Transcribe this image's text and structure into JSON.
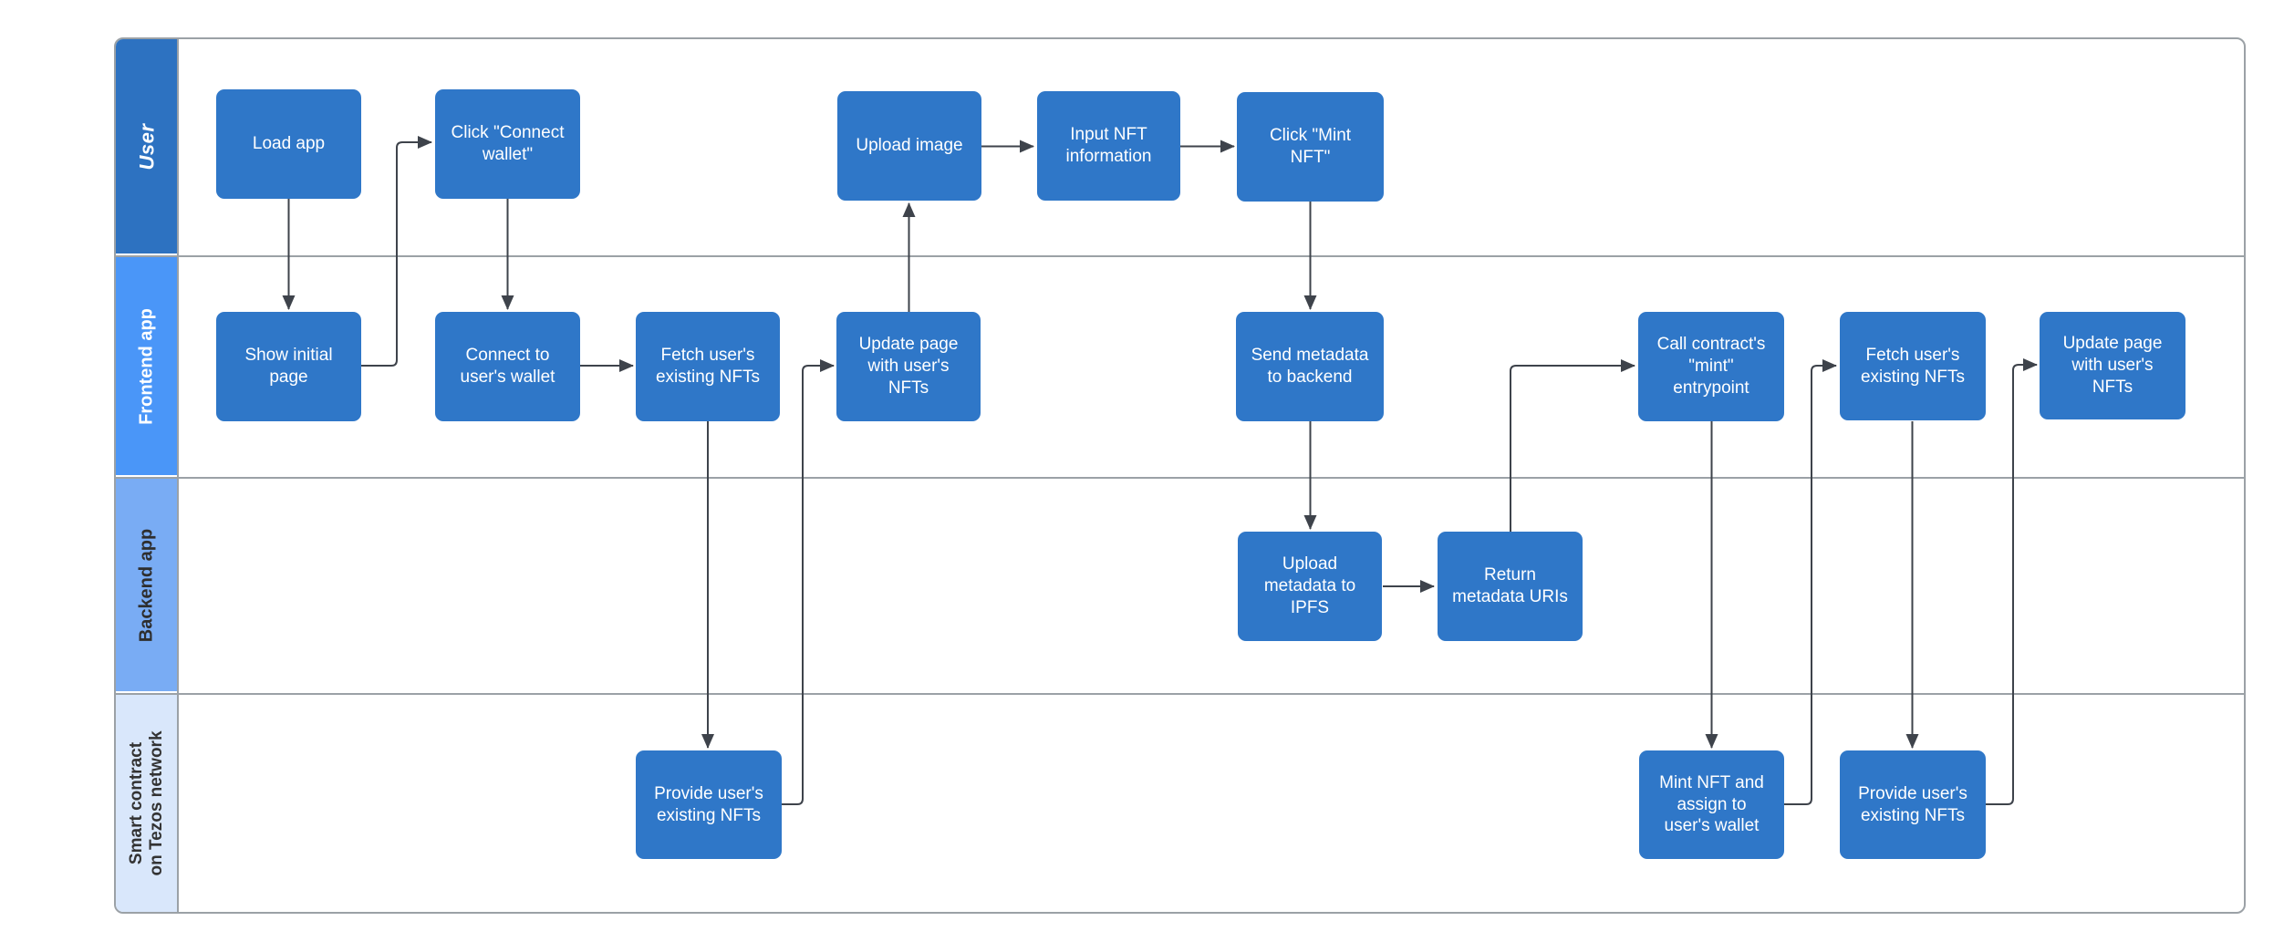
{
  "diagram_type": "swimlane-flowchart",
  "colors": {
    "node_fill": "#2F77C8",
    "node_text": "#FFFFFF",
    "lane_user_fill": "#2D72C1",
    "lane_frontend_fill": "#4A96F8",
    "lane_backend_fill": "#79ACF4",
    "lane_smart_contract_fill": "#D9E7FB",
    "lane_border": "#9BA1A6",
    "connector": "#3E434B"
  },
  "lanes": [
    {
      "id": "user",
      "label": "User"
    },
    {
      "id": "frontend",
      "label": "Frontend app"
    },
    {
      "id": "backend",
      "label": "Backend app"
    },
    {
      "id": "smart-contract",
      "label": "Smart contract\non Tezos network"
    }
  ],
  "nodes": [
    {
      "id": "load-app",
      "lane": "user",
      "label": "Load app"
    },
    {
      "id": "click-connect-wallet",
      "lane": "user",
      "label": "Click \"Connect\nwallet\""
    },
    {
      "id": "upload-image",
      "lane": "user",
      "label": "Upload image"
    },
    {
      "id": "input-nft-information",
      "lane": "user",
      "label": "Input NFT\ninformation"
    },
    {
      "id": "click-mint-nft",
      "lane": "user",
      "label": "Click \"Mint\nNFT\""
    },
    {
      "id": "show-initial-page",
      "lane": "frontend",
      "label": "Show initial\npage"
    },
    {
      "id": "connect-to-users-wallet",
      "lane": "frontend",
      "label": "Connect to\nuser's wallet"
    },
    {
      "id": "fetch-users-existing-nfts-1",
      "lane": "frontend",
      "label": "Fetch user's\nexisting NFTs"
    },
    {
      "id": "update-page-with-users-nfts-1",
      "lane": "frontend",
      "label": "Update page\nwith user's\nNFTs"
    },
    {
      "id": "send-metadata-to-backend",
      "lane": "frontend",
      "label": "Send metadata\nto backend"
    },
    {
      "id": "call-contracts-mint-entrypoint",
      "lane": "frontend",
      "label": "Call contract's\n\"mint\"\nentrypoint"
    },
    {
      "id": "fetch-users-existing-nfts-2",
      "lane": "frontend",
      "label": "Fetch user's\nexisting NFTs"
    },
    {
      "id": "update-page-with-users-nfts-2",
      "lane": "frontend",
      "label": "Update page\nwith user's\nNFTs"
    },
    {
      "id": "upload-metadata-to-ipfs",
      "lane": "backend",
      "label": "Upload\nmetadata to\nIPFS"
    },
    {
      "id": "return-metadata-uris",
      "lane": "backend",
      "label": "Return\nmetadata URIs"
    },
    {
      "id": "provide-users-existing-nfts-1",
      "lane": "smart-contract",
      "label": "Provide user's\nexisting NFTs"
    },
    {
      "id": "mint-nft-and-assign",
      "lane": "smart-contract",
      "label": "Mint NFT and\nassign to\nuser's wallet"
    },
    {
      "id": "provide-users-existing-nfts-2",
      "lane": "smart-contract",
      "label": "Provide user's\nexisting NFTs"
    }
  ]
}
